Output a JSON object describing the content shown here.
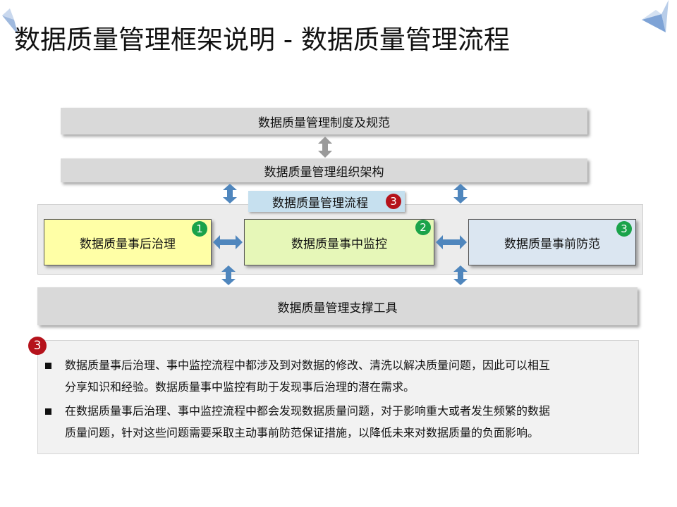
{
  "title": "数据质量管理框架说明 - 数据质量管理流程",
  "diagram": {
    "policy": "数据质量管理制度及规范",
    "organization": "数据质量管理组织架构",
    "process_tab": "数据质量管理流程",
    "process_tab_badge": "3",
    "stages": [
      {
        "label": "数据质量事后治理",
        "badge": "1"
      },
      {
        "label": "数据质量事中监控",
        "badge": "2"
      },
      {
        "label": "数据质量事前防范",
        "badge": "3"
      }
    ],
    "tools": "数据质量管理支撑工具"
  },
  "notes": {
    "badge": "3",
    "items": [
      {
        "line1": "数据质量事后治理、事中监控流程中都涉及到对数据的修改、清洗以解决质量问题，因此可以相互",
        "line2": "分享知识和经验。数据质量事中监控有助于发现事后治理的潜在需求。"
      },
      {
        "line1": "在数据质量事后治理、事中监控流程中都会发现数据质量问题，对于影响重大或者发生频繁的数据",
        "line2": "质量问题，针对这些问题需要采取主动事前防范保证措施，以降低未来对数据质量的负面影响。"
      }
    ]
  },
  "colors": {
    "bar_gray": "#d9d9d9",
    "stage1_fill": "#ffffa6",
    "stage2_fill": "#e6f7b8",
    "stage3_fill": "#dbe6f1",
    "arrow_blue": "#4f86bd",
    "arrow_gray": "#9a9a9a",
    "badge_green": "#1aa34a",
    "badge_red": "#b5121b"
  }
}
